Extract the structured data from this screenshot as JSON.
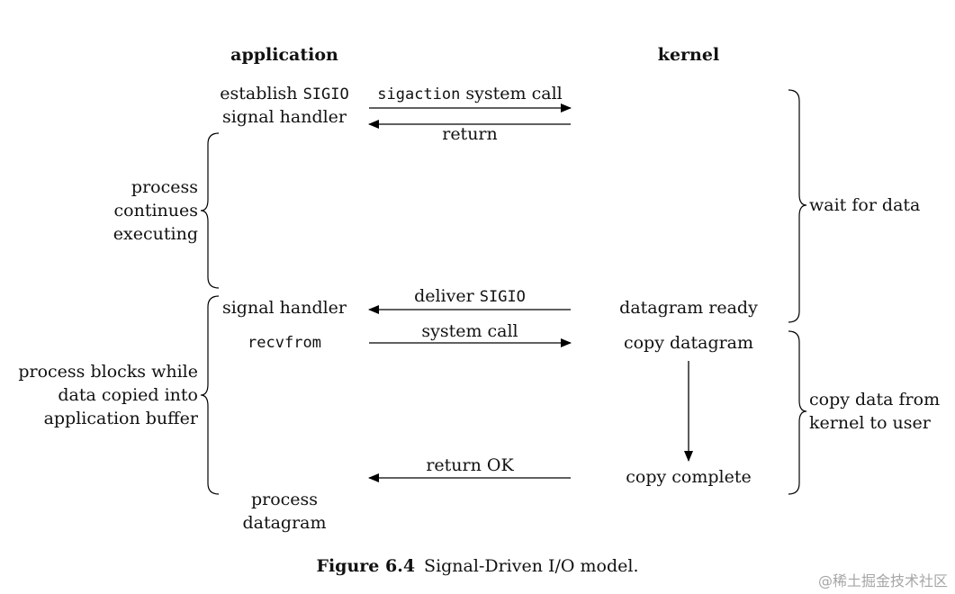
{
  "header": {
    "app": "application",
    "kernel": "kernel"
  },
  "app": {
    "establish_pre": "establish ",
    "establish_code": "SIGIO",
    "establish_line2": "signal handler",
    "continues": [
      "process",
      "continues",
      "executing"
    ],
    "signal_handler": "signal handler",
    "recvfrom": "recvfrom",
    "blocks": [
      "process blocks while",
      "data copied into",
      "application buffer"
    ],
    "process_datagram": [
      "process",
      "datagram"
    ]
  },
  "arrows": {
    "sigaction_code": "sigaction",
    "sigaction_rest": " system call",
    "return": "return",
    "deliver_pre": "deliver ",
    "deliver_code": "SIGIO",
    "system_call": "system call",
    "return_ok": "return OK"
  },
  "kernel": {
    "datagram_ready": "datagram ready",
    "copy_datagram": "copy datagram",
    "copy_complete": "copy complete",
    "wait": "wait for data",
    "copy_data": [
      "copy data from",
      "kernel to user"
    ]
  },
  "caption": {
    "label": "Figure 6.4",
    "text": "Signal-Driven I/O model."
  },
  "watermark": "@稀土掘金技术社区"
}
